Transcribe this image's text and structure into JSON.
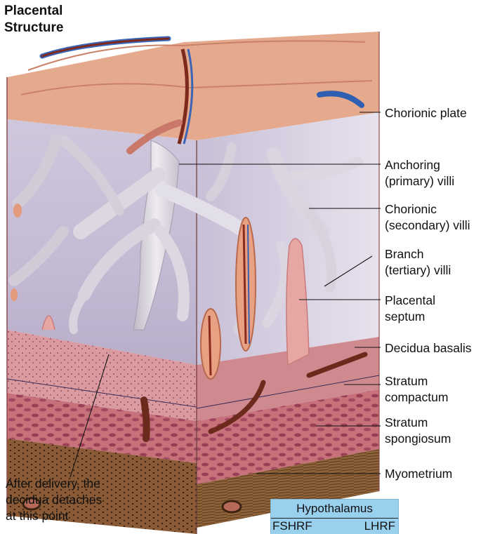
{
  "figure": {
    "title_line1": "Placental",
    "title_line2": "Structure"
  },
  "labels": [
    {
      "id": "chorionic-plate",
      "lines": [
        "Chorionic plate"
      ]
    },
    {
      "id": "anchoring-villi",
      "lines": [
        "Anchoring",
        "(primary) villi"
      ]
    },
    {
      "id": "chorionic-villi",
      "lines": [
        "Chorionic",
        "(secondary) villi"
      ]
    },
    {
      "id": "branch-villi",
      "lines": [
        "Branch",
        "(tertiary) villi"
      ]
    },
    {
      "id": "placental-septum",
      "lines": [
        "Placental",
        "septum"
      ]
    },
    {
      "id": "decidua-basalis",
      "lines": [
        "Decidua basalis"
      ]
    },
    {
      "id": "stratum-compactum",
      "lines": [
        "Stratum",
        "compactum"
      ]
    },
    {
      "id": "stratum-spongiosum",
      "lines": [
        "Stratum",
        "spongiosum"
      ]
    },
    {
      "id": "myometrium",
      "lines": [
        "Myometrium"
      ]
    }
  ],
  "caption": {
    "line1": "After delivery, the",
    "line2": "decidua detaches",
    "line3": "at this point"
  },
  "inset": {
    "title": "Hypothalamus",
    "left": "FSHRF",
    "right": "LHRF"
  },
  "colors": {
    "decidua": "#c9777e",
    "villi": "#d8d3dd",
    "intervillous": "#b9b2cf",
    "chorionic_plate": "#e0a48a",
    "myometrium": "#7a5232",
    "inset_bg": "#99d0ee"
  }
}
